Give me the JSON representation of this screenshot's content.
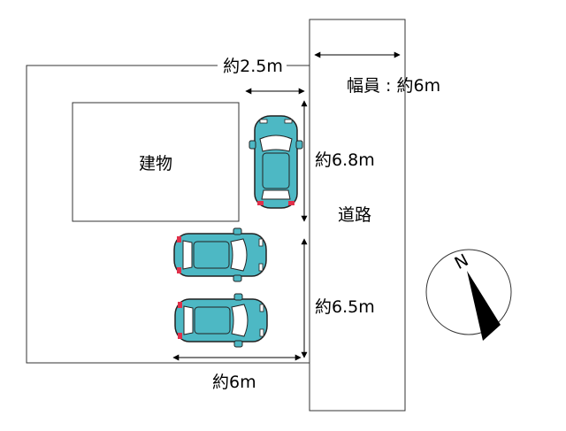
{
  "labels": {
    "lot_width": "約2.5m",
    "road_width": "幅員 : 約6m",
    "building": "建物",
    "space1_length": "約6.8m",
    "road": "道路",
    "space2_length": "約6.5m",
    "bottom_width": "約6m",
    "north": "N"
  },
  "colors": {
    "car_body": "#4db8c4",
    "car_outline": "#222222",
    "tail_light": "#e0304a",
    "outline": "#333333"
  },
  "icons": [
    "car-icon",
    "compass-icon",
    "north-arrow-icon"
  ]
}
